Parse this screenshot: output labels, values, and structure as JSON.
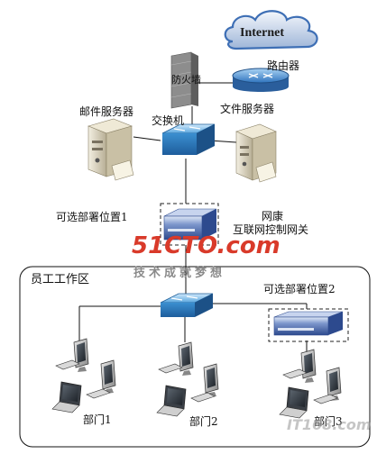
{
  "labels": {
    "internet": "Internet",
    "router": "路由器",
    "firewall": "防火墙",
    "switch_core": "交换机",
    "mail_server": "邮件服务器",
    "file_server": "文件服务器",
    "option_position_1": "可选部署位置1",
    "gateway_brand": "网康",
    "gateway_name": "互联网控制网关",
    "employee_zone": "员工工作区",
    "option_position_2": "可选部署位置2",
    "dept_1": "部门1",
    "dept_2": "部门2",
    "dept_3": "部门3"
  },
  "watermark": {
    "site": "51CTO.com",
    "slogan": "技术成就梦想",
    "corner": "IT168.com"
  },
  "colors": {
    "cloud": "#3e6fb5",
    "router": "#4f8fd0",
    "switch": "#2f86c8",
    "gateway": "#3a5aa8",
    "watermark_red": "#d93a2a"
  }
}
